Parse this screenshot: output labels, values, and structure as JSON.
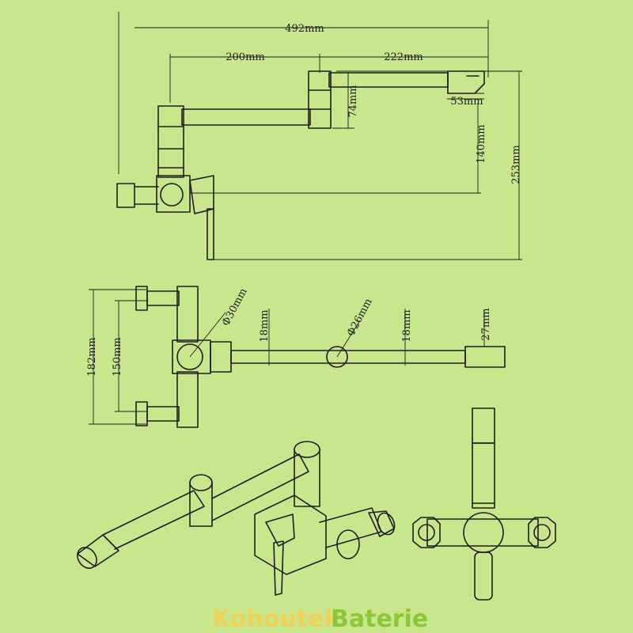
{
  "dimensions": {
    "overall_width": "492mm",
    "left_arm": "200mm",
    "right_arm": "222mm",
    "joint_height": "74mm",
    "spout_length": "53mm",
    "spout_height": "140mm",
    "total_height": "253mm",
    "inlet_span": "182mm",
    "inlet_centers": "150mm",
    "body_diameter": "Φ30mm",
    "joint_diameter": "Φ26mm",
    "arm_dia_1": "18mm",
    "arm_dia_2": "18mm",
    "spout_dia": "27mm"
  },
  "brand": {
    "part1": "Kohoutek",
    "part2": "Baterie"
  },
  "colors": {
    "background": "#c8e68c",
    "line": "#1e1e1e",
    "brand_yellow": "#f0d25a",
    "brand_green": "#8ec63a"
  }
}
